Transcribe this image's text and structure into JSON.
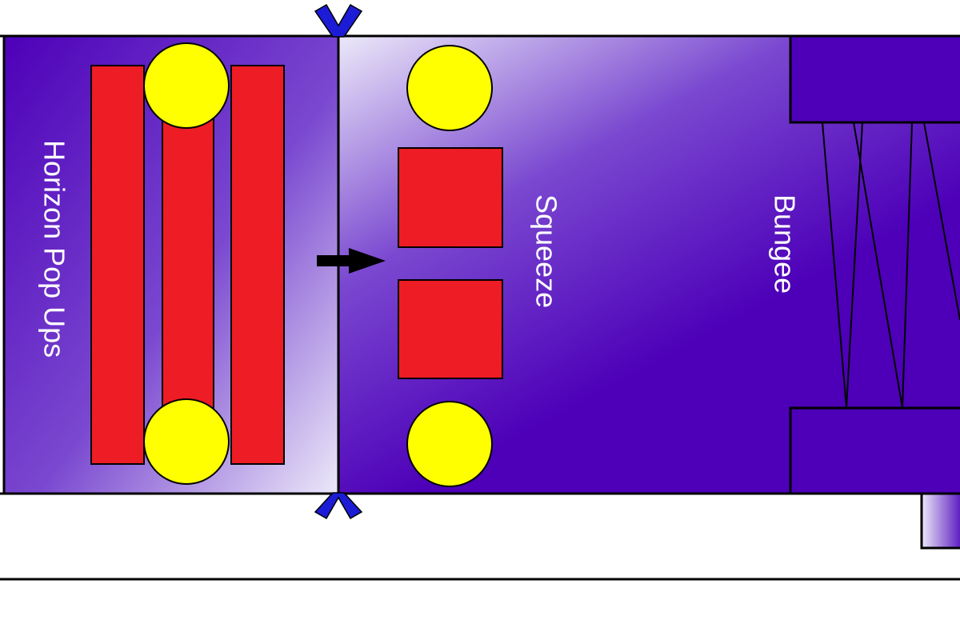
{
  "labels": {
    "section_1": "Horizon Pop Ups",
    "section_2": "Squeeze",
    "section_3": "Bungee"
  },
  "colors": {
    "purple_deep": "#4d00b8",
    "purple_light": "#ece9f9",
    "red": "#ee1c24",
    "yellow": "#ffff00",
    "clip_blue": "#1c1cd6",
    "arrow": "#000000",
    "outline": "#000000"
  },
  "icons": {
    "direction_arrow": "arrow-right-icon",
    "top_clip": "chevron-clip-top-icon",
    "bottom_clip": "chevron-clip-bottom-icon"
  }
}
